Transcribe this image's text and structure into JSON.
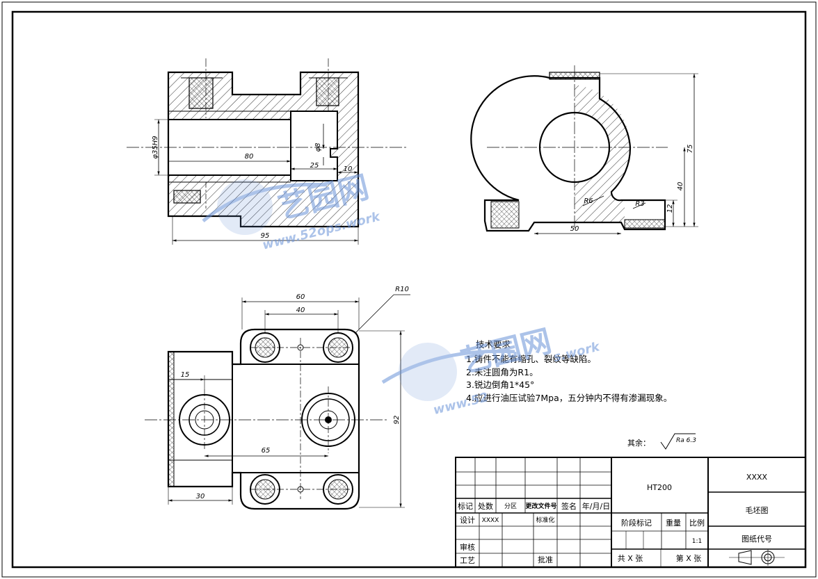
{
  "watermark": {
    "brand": "艺园网",
    "url": "www.52ops.work",
    "url_left": "www.52",
    "url_right": "s.work",
    "color": "#6a93d8"
  },
  "dimensions": {
    "front": {
      "bore": "φ35H9",
      "length_80": "80",
      "length_25": "25",
      "length_10": "10",
      "dia_8": "φ8",
      "length_95": "95"
    },
    "side": {
      "height_75": "75",
      "height_40": "40",
      "height_12": "12",
      "width_50": "50",
      "radius_r6": "R6",
      "radius_r3": "R3"
    },
    "top": {
      "radius_r10": "R10",
      "width_60": "60",
      "width_40": "40",
      "width_15": "15",
      "width_65": "65",
      "width_30": "30",
      "height_92": "92"
    }
  },
  "technical_requirements": {
    "title": "技术要求",
    "items": [
      "1.铸件不能有缩孔、裂纹等缺陷。",
      "2.未注圆角为R1。",
      "3.锐边倒角1*45°",
      "4.应进行油压试验7Mpa，五分钟内不得有渗漏现象。"
    ]
  },
  "surface_finish": {
    "label": "其余：",
    "value": "Ra 6.3"
  },
  "title_block": {
    "material": "HT200",
    "company": "XXXX",
    "drawing_name": "毛坯图",
    "drawing_code_label": "图纸代号",
    "header_labels": [
      "标记",
      "处数",
      "分区",
      "更改文件号",
      "签名",
      "年/月/日"
    ],
    "design_label": "设计",
    "designer": "XXXX",
    "standardize_label": "标准化",
    "review_label": "审核",
    "process_label": "工艺",
    "approve_label": "批准",
    "stage_label": "阶段标记",
    "weight_label": "重量",
    "scale_label": "比例",
    "scale_value": "1:1",
    "sheets_total": "共 X 张",
    "sheet_number": "第 X 张"
  }
}
